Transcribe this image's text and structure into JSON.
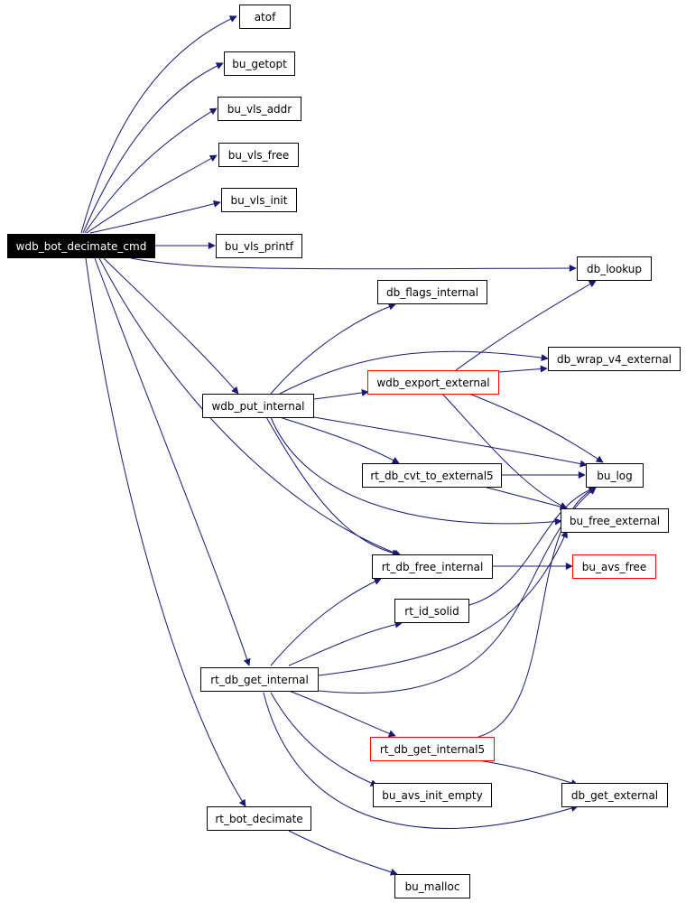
{
  "colors": {
    "edge": "#191970",
    "node_border": "#000000",
    "highlight_border": "#ff0000",
    "root_fill": "#000000"
  },
  "nodes": {
    "wdb_bot_decimate_cmd": "wdb_bot_decimate_cmd",
    "atof": "atof",
    "bu_getopt": "bu_getopt",
    "bu_vls_addr": "bu_vls_addr",
    "bu_vls_free": "bu_vls_free",
    "bu_vls_init": "bu_vls_init",
    "bu_vls_printf": "bu_vls_printf",
    "db_lookup": "db_lookup",
    "db_flags_internal": "db_flags_internal",
    "db_wrap_v4_external": "db_wrap_v4_external",
    "wdb_export_external": "wdb_export_external",
    "wdb_put_internal": "wdb_put_internal",
    "rt_db_cvt_to_external5": "rt_db_cvt_to_external5",
    "bu_log": "bu_log",
    "bu_free_external": "bu_free_external",
    "rt_db_free_internal": "rt_db_free_internal",
    "bu_avs_free": "bu_avs_free",
    "rt_id_solid": "rt_id_solid",
    "rt_db_get_internal": "rt_db_get_internal",
    "rt_db_get_internal5": "rt_db_get_internal5",
    "bu_avs_init_empty": "bu_avs_init_empty",
    "db_get_external": "db_get_external",
    "rt_bot_decimate": "rt_bot_decimate",
    "bu_malloc": "bu_malloc"
  }
}
